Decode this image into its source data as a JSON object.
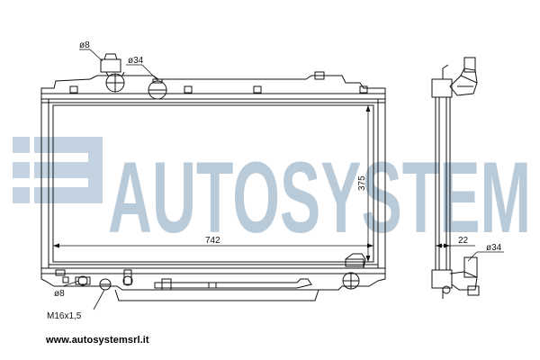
{
  "watermark": {
    "text": "AUTOSYSTEM",
    "color": "#b9cad9",
    "logo_color": "#c3d3e1"
  },
  "front_view": {
    "width_label": "742",
    "height_label": "375",
    "filler_neck_label": "ø8",
    "inlet_label": "ø34",
    "drain_label": "ø8",
    "thread_label": "M16x1,5"
  },
  "side_view": {
    "depth_label": "22",
    "outlet_label": "ø34"
  },
  "footer": {
    "website": "www.autosystemsrl.it"
  }
}
